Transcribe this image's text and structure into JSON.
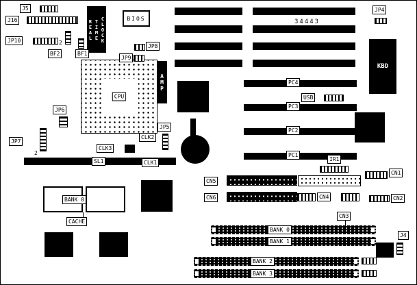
{
  "labels": {
    "j5": "J5",
    "j16": "J16",
    "jp10": "JP10",
    "jp9": "JP9",
    "jp8": "JP8",
    "jp7": "JP7",
    "jp6": "JP6",
    "jp5": "JP5",
    "jp4": "JP4",
    "j4": "J4",
    "bf1": "BF1",
    "bf2": "BF2",
    "usb": "USB",
    "ir1": "IR1",
    "cn1": "CN1",
    "cn2": "CN2",
    "cn3": "CN3",
    "cn4": "CN4",
    "cn5": "CN5",
    "cn6": "CN6",
    "clk1": "CLK1",
    "clk2": "CLK2",
    "clk3": "CLK3",
    "sl1": "SL1",
    "pc1": "PC1",
    "pc2": "PC2",
    "pc3": "PC3",
    "pc4": "PC4",
    "cpu": "CPU",
    "cache": "CACHE",
    "cache_bank": "BANK 0",
    "bank0": "BANK 0",
    "bank1": "BANK 1",
    "bank2": "BANK 2",
    "bank3": "BANK 3"
  },
  "chips": {
    "rtc": "REAL\nTIME\nCLOCK",
    "bios": "BIOS",
    "kbd": "KBD",
    "amp": "A\nM\nP",
    "isa_code": "34443"
  },
  "pin_markers": {
    "top": "2",
    "left": "2"
  },
  "colors": {
    "board_bg": "#ffffff",
    "component": "#000000"
  }
}
